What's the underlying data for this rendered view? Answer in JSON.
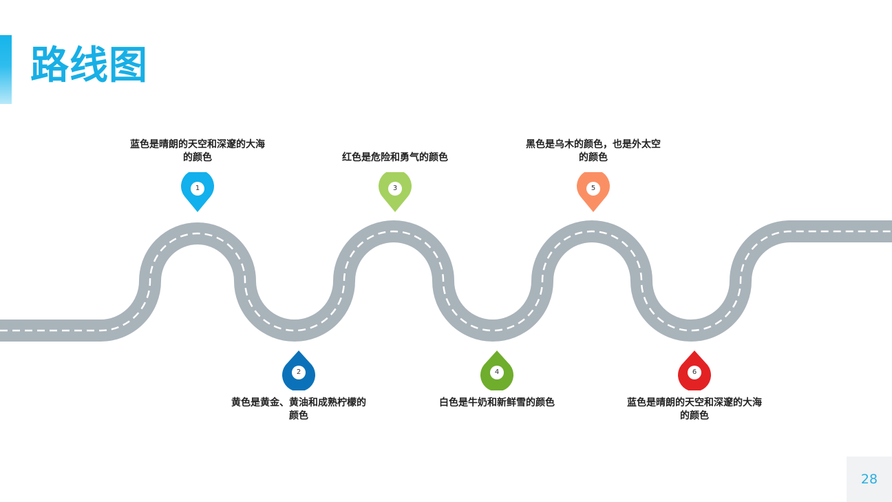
{
  "header": {
    "title": "路线图"
  },
  "colors": {
    "title": "#17afe6",
    "road": "#a9b3ba",
    "road_dash": "#ffffff"
  },
  "milestones": [
    {
      "number": "1",
      "caption": "蓝色是晴朗的天空和深邃的大海的颜色",
      "color": "#12b0ec"
    },
    {
      "number": "2",
      "caption": "黄色是黄金、黄油和成熟柠檬的颜色",
      "color": "#0b72b9"
    },
    {
      "number": "3",
      "caption": "红色是危险和勇气的颜色",
      "color": "#a5d160"
    },
    {
      "number": "4",
      "caption": "白色是牛奶和新鲜雪的颜色",
      "color": "#6fad2d"
    },
    {
      "number": "5",
      "caption": "黑色是乌木的颜色，也是外太空的颜色",
      "color": "#fb8f64"
    },
    {
      "number": "6",
      "caption": "蓝色是晴朗的天空和深邃的大海的颜色",
      "color": "#e32224"
    }
  ],
  "footer": {
    "page_number": "28"
  }
}
